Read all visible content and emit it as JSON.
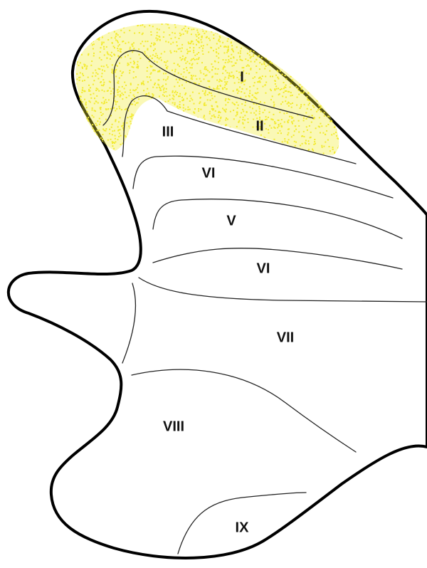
{
  "colors": {
    "outline": "#000000",
    "divider": "#222222",
    "stain": "#f2ea2e",
    "background": "#ffffff"
  },
  "labels": {
    "lobule_1": "I",
    "lobule_2": "II",
    "lobule_3": "III",
    "lobule_4": "VI",
    "lobule_5": "V",
    "lobule_6": "VI",
    "lobule_7": "VII",
    "lobule_8": "VIII",
    "lobule_9": "IX"
  }
}
